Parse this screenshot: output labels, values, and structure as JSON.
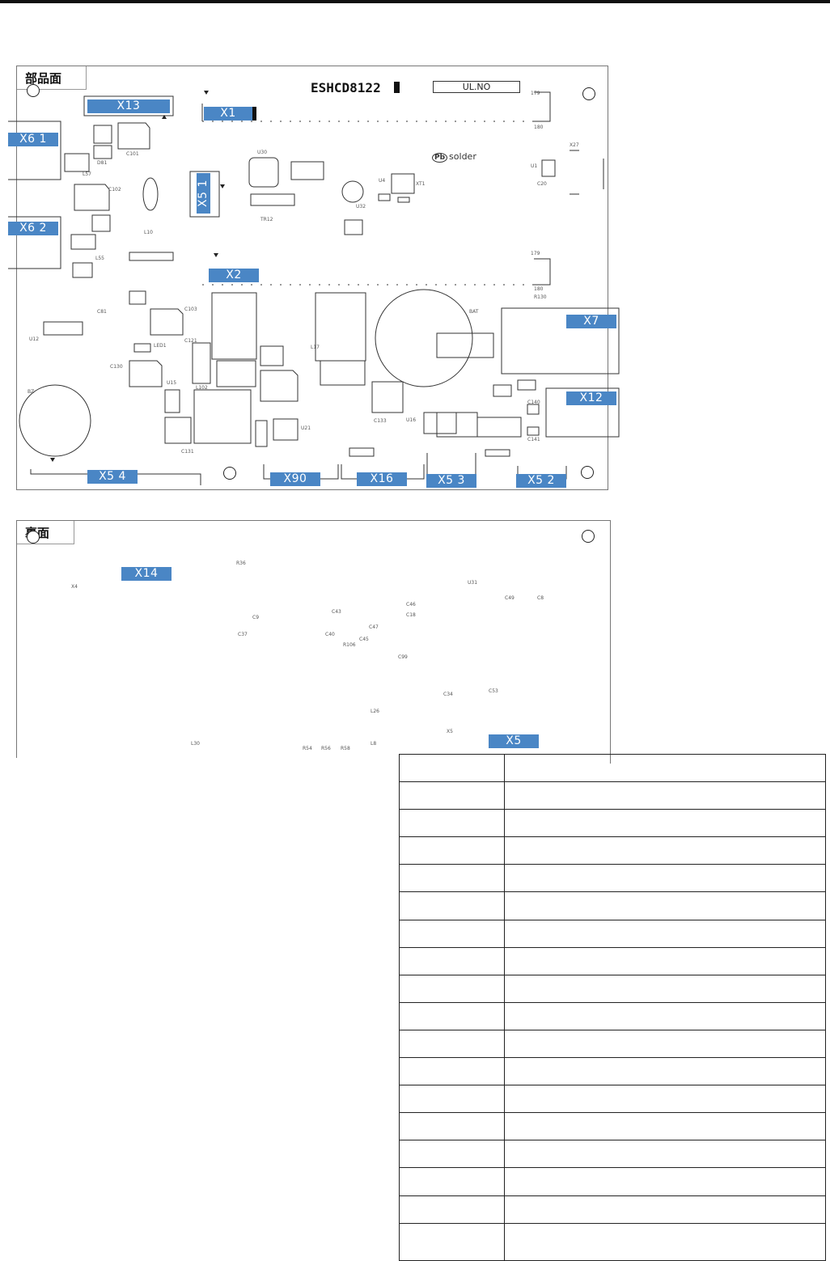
{
  "front": {
    "title": "部品面",
    "model": "ESHCD8122",
    "ul_no": "UL.NO",
    "logo_text": "solder",
    "logo_mark": "Pb",
    "connectors": [
      "X13",
      "X1",
      "X6_1",
      "X5_1",
      "X6_2",
      "X2",
      "X7",
      "X12",
      "X5_4",
      "X90",
      "X16",
      "X5_3",
      "X5_2"
    ],
    "connector_labels": {
      "X13": "X13",
      "X1": "X1",
      "X6_1": "X6 1",
      "X5_1": "X5 1",
      "X6_2": "X6 2",
      "X2": "X2",
      "X7": "X7",
      "X12": "X12",
      "X5_4": "X5 4",
      "X90": "X90",
      "X16": "X16",
      "X5_3": "X5 3",
      "X5_2": "X5 2"
    },
    "silk": {
      "c101": "C101",
      "c102": "C102",
      "l10": "L10",
      "u30": "U30",
      "xt1": "XT1",
      "u32": "U32",
      "u4": "U4",
      "bat": "BAT",
      "bz": "BZ",
      "u12": "U12",
      "u15": "U15",
      "l102": "L102",
      "u21": "U21",
      "u16": "U16",
      "led1": "LED1",
      "l17": "L17",
      "c133": "C133",
      "c131": "C131",
      "c121": "C121",
      "c103": "C103",
      "c130": "C130",
      "c81": "C81",
      "d81": "D81",
      "l57": "L57",
      "l55": "L55",
      "tr12": "TR12",
      "c140": "C140",
      "c141": "C141",
      "u1": "U1",
      "c20": "C20",
      "x27": "X27",
      "n179a": "179",
      "n180a": "180",
      "n179b": "179",
      "n180b": "180",
      "r130": "R130"
    }
  },
  "back": {
    "title": "裏面",
    "connectors": [
      "X14",
      "X5"
    ],
    "connector_labels": {
      "X14": "X14",
      "X5": "X5"
    },
    "silk": {
      "x4": "X4",
      "r36": "R36",
      "c37": "C37",
      "c9": "C9",
      "c43": "C43",
      "c40": "C40",
      "r106": "R106",
      "c45": "C45",
      "c47": "C47",
      "c46": "C46",
      "c18": "C18",
      "c99": "C99",
      "u31": "U31",
      "c49": "C49",
      "c8": "C8",
      "c34": "C34",
      "c53": "C53",
      "x5": "X5",
      "r54": "R54",
      "r56": "R56",
      "r58": "R58",
      "l8": "L8",
      "l26": "L26",
      "l30": "L30"
    }
  }
}
